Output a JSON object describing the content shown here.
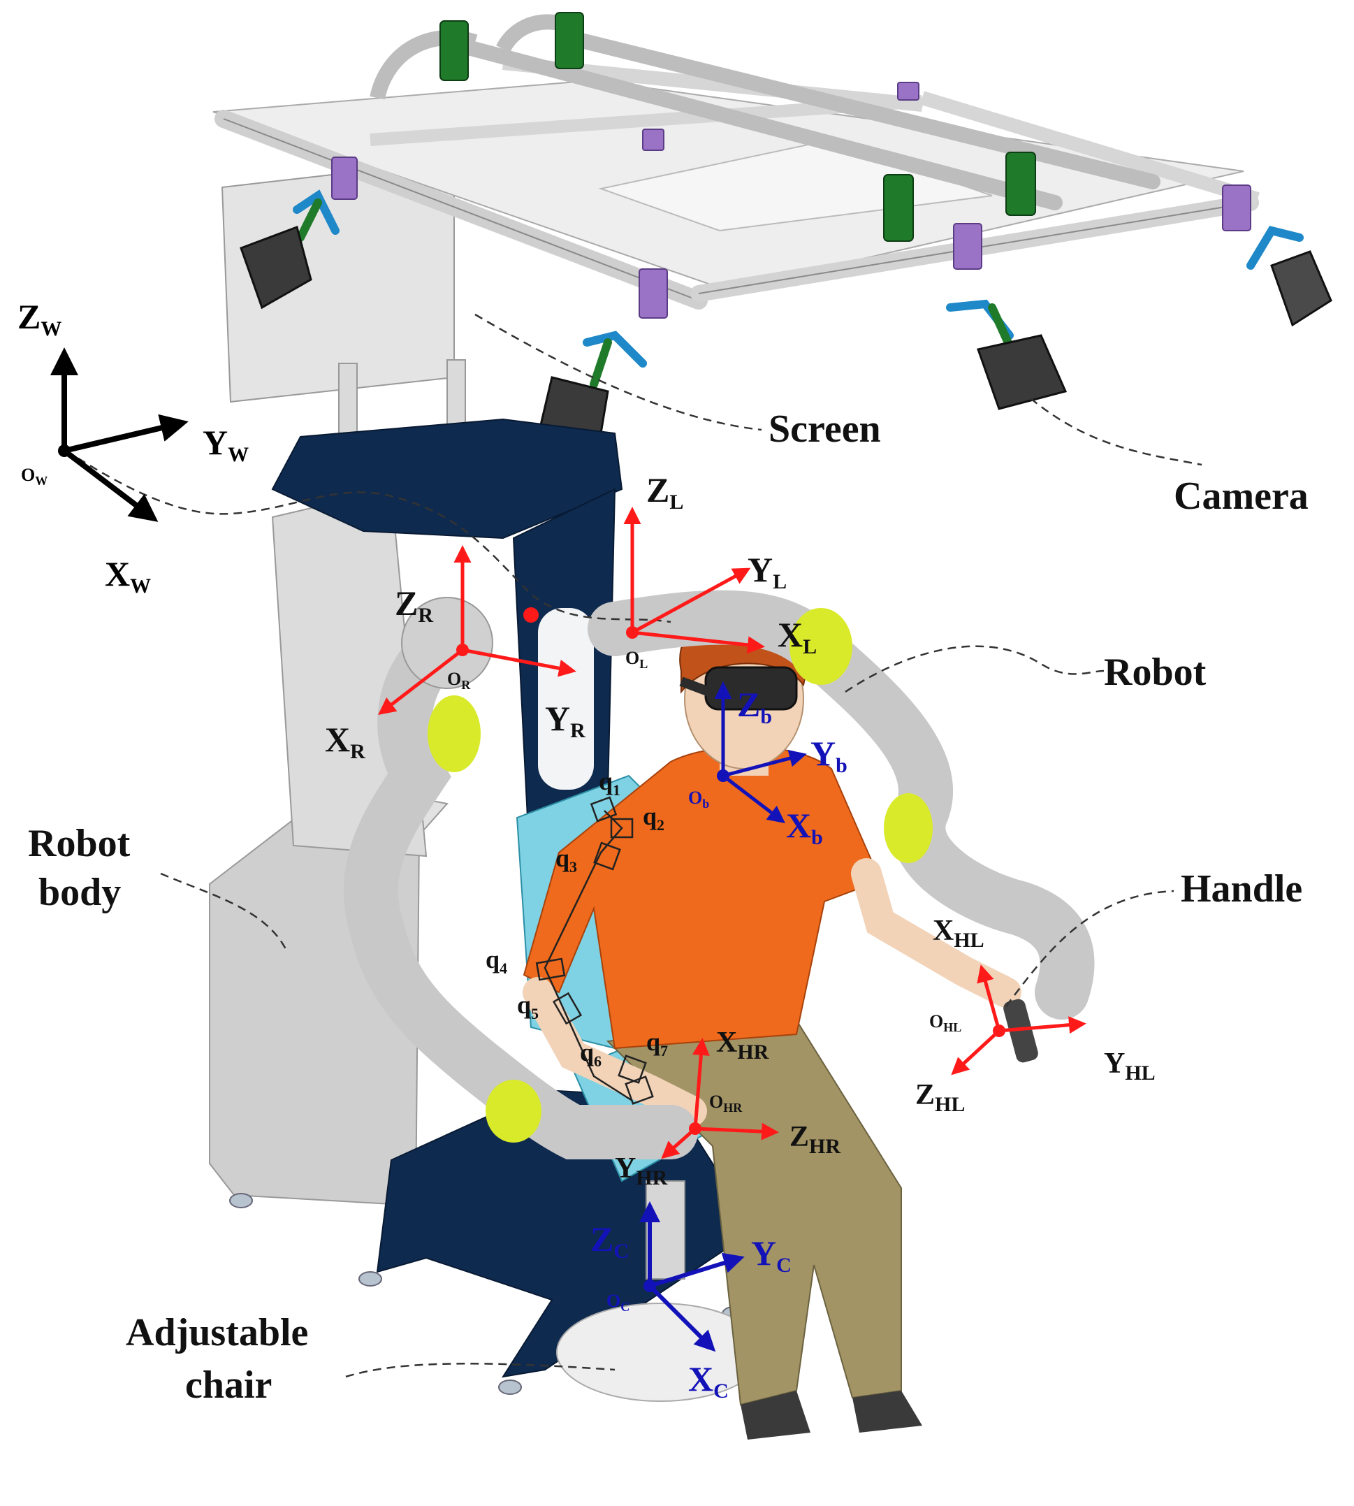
{
  "callouts": {
    "screen": "Screen",
    "camera": "Camera",
    "robot": "Robot",
    "robot_body_line1": "Robot",
    "robot_body_line2": "body",
    "handle": "Handle",
    "chair_line1": "Adjustable",
    "chair_line2": "chair"
  },
  "frames": {
    "world": {
      "z": "Z",
      "z_sub": "W",
      "y": "Y",
      "y_sub": "W",
      "x": "X",
      "x_sub": "W",
      "o": "O",
      "o_sub": "W",
      "color": "#000000"
    },
    "right": {
      "z": "Z",
      "z_sub": "R",
      "y": "Y",
      "y_sub": "R",
      "x": "X",
      "x_sub": "R",
      "o": "O",
      "o_sub": "R",
      "color": "#ff1a1a"
    },
    "left": {
      "z": "Z",
      "z_sub": "L",
      "y": "Y",
      "y_sub": "L",
      "x": "X",
      "x_sub": "L",
      "o": "O",
      "o_sub": "L",
      "color": "#ff1a1a"
    },
    "body": {
      "z": "Z",
      "z_sub": "b",
      "y": "Y",
      "y_sub": "b",
      "x": "X",
      "x_sub": "b",
      "o": "O",
      "o_sub": "b",
      "color": "#1212b8"
    },
    "hand_left": {
      "z": "Z",
      "z_sub": "HL",
      "y": "Y",
      "y_sub": "HL",
      "x": "X",
      "x_sub": "HL",
      "o": "O",
      "o_sub": "HL",
      "color": "#ff1a1a"
    },
    "hand_right": {
      "z": "Z",
      "z_sub": "HR",
      "y": "Y",
      "y_sub": "HR",
      "x": "X",
      "x_sub": "HR",
      "o": "O",
      "o_sub": "HR",
      "color": "#ff1a1a"
    },
    "chair": {
      "z": "Z",
      "z_sub": "C",
      "y": "Y",
      "y_sub": "C",
      "x": "X",
      "x_sub": "C",
      "o": "O",
      "o_sub": "C",
      "color": "#1212b8"
    }
  },
  "joints": [
    {
      "name": "q",
      "sub": "1"
    },
    {
      "name": "q",
      "sub": "2"
    },
    {
      "name": "q",
      "sub": "3"
    },
    {
      "name": "q",
      "sub": "4"
    },
    {
      "name": "q",
      "sub": "5"
    },
    {
      "name": "q",
      "sub": "6"
    },
    {
      "name": "q",
      "sub": "7"
    }
  ],
  "colors": {
    "frame_red": "#ff1a1a",
    "frame_blue": "#1212b8",
    "navy_panel": "#0f2a4f",
    "gray_body": "#d2d2d2",
    "rail": "#d6d6d6",
    "green_mount": "#1f7a2a",
    "purple_clamp": "#9a73c7",
    "shirt": "#ef6a1c",
    "pants": "#a39466",
    "chair": "#7fd2e3",
    "joint_yellow": "#d9ea2b"
  }
}
